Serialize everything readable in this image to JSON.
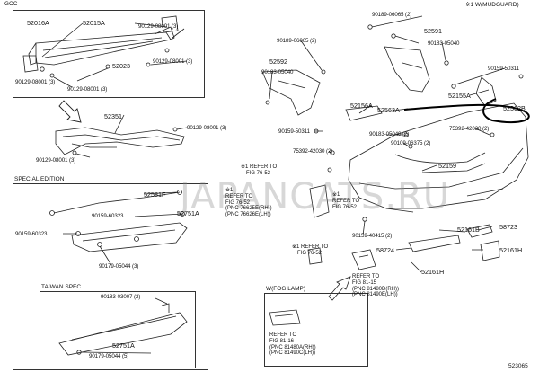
{
  "header": {
    "section_gcc": "GCC",
    "footnote_mark": "※1 W(MUDGUARD)"
  },
  "sections": {
    "special_edition": "SPECIAL EDITION",
    "taiwan_spec": "TAIWAN SPEC",
    "fog_lamp": "W(FOG LAMP)"
  },
  "watermark": "JAPANCATS.RU",
  "diagram_id": "523065",
  "parts": {
    "p52016A": "52016A",
    "p52015A": "52015A",
    "p52023": "52023",
    "p52351": "52351",
    "p52581F": "52581F",
    "p52751A_a": "52751A",
    "p52751A_b": "52751A",
    "p52591": "52591",
    "p52592": "52592",
    "p52155A": "52155A",
    "p52562B": "52562B",
    "p52156A": "52156A",
    "p52563A": "52563A",
    "p52159": "52159",
    "p52161B": "52161B",
    "p58723": "58723",
    "p58724": "58724",
    "p52161H": "52161H",
    "p52161H_b": "52161H"
  },
  "fasteners": {
    "f1": "90129-08001 (3)",
    "f2": "90129-08001 (3)",
    "f3": "90129-08001 (3)",
    "f4": "90129-08001 (3)",
    "f5": "90129-08001 (3)",
    "f6": "90129-08001 (3)",
    "f7": "90159-60323",
    "f8": "90159-60323",
    "f9": "90179-05044 (3)",
    "f10": "90183-03007 (2)",
    "f11": "90179-05044 (5)",
    "f12": "90189-06065 (2)",
    "f13": "90183-05040",
    "f14": "90189-06065 (2)",
    "f15": "90183-05040",
    "f16": "90159-50311",
    "f17": "90159-50311",
    "f18": "90183-05040 (2)",
    "f19": "75392-42030 (2)",
    "f20": "90109-06375 (2)",
    "f21": "75392-42030 (2)",
    "f22": "90159-40415 (2)"
  },
  "notes": {
    "n1": [
      "※1 REFER TO",
      "FIG 76-52"
    ],
    "n2": [
      "※1",
      "REFER TO",
      "FIG 76-52",
      "(PNC 76625E(RH))",
      "(PNC 76626E(LH))"
    ],
    "n3": [
      "※1",
      "REFER TO",
      "FIG 76-52"
    ],
    "n4": [
      "※1 REFER TO",
      "FIG 76-52"
    ],
    "n5": [
      "REFER TO",
      "FIG 81-15",
      "(PNC 81480D(RH))",
      "(PNC 81490E(LH))"
    ],
    "n6": [
      "REFER TO",
      "FIG 81-16",
      "(PNC 81480A(RH))",
      "(PNC 81490C(LH))"
    ]
  }
}
